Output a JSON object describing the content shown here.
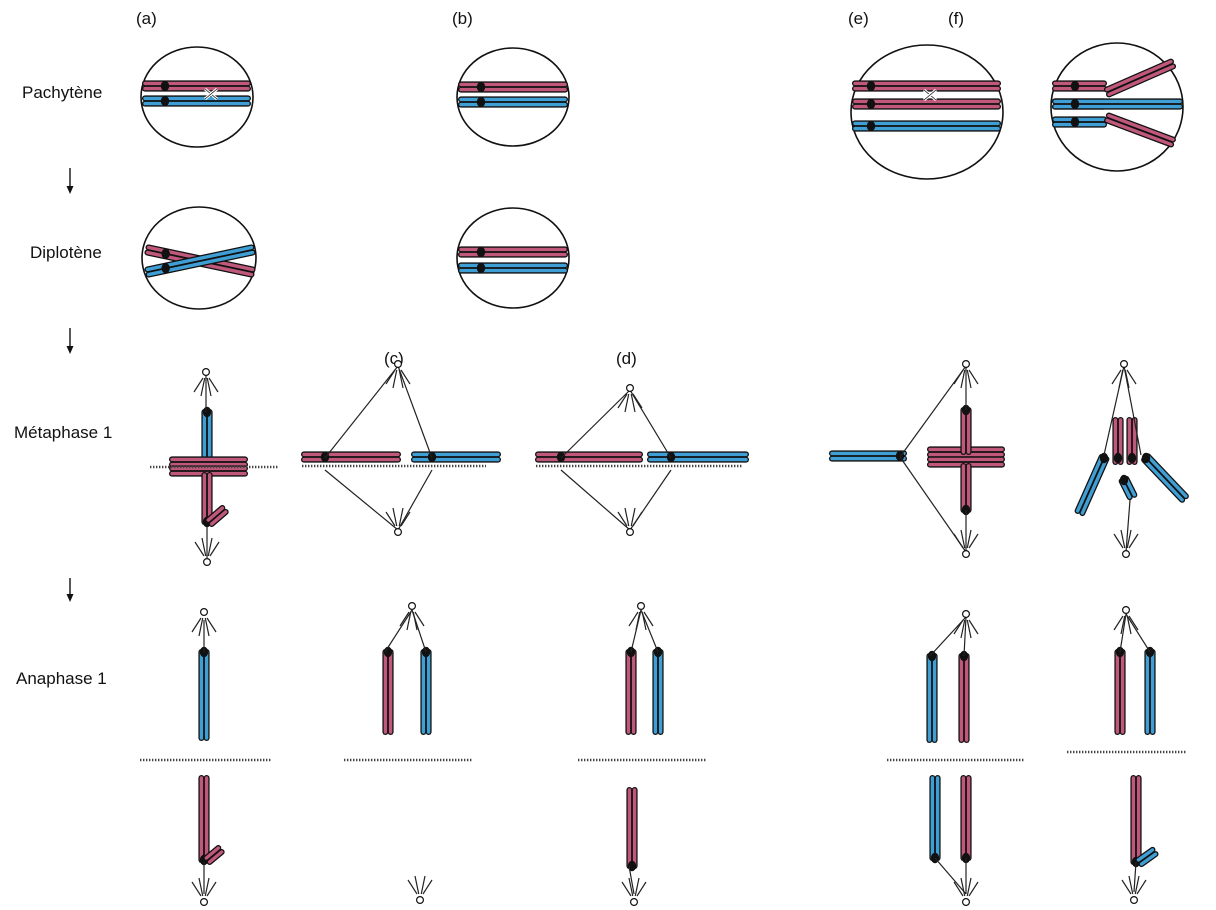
{
  "colors": {
    "pink": "#c0587c",
    "blue": "#3f9fd4",
    "outline": "#111111",
    "background": "#ffffff"
  },
  "columns": {
    "a": "(a)",
    "b": "(b)",
    "c": "(c)",
    "d": "(d)",
    "e": "(e)",
    "f": "(f)"
  },
  "stages": {
    "pachytene": "Pachytène",
    "diplotene": "Diplotène",
    "metaphase": "Métaphase 1",
    "anaphase": "Anaphase 1"
  },
  "icons": [
    "down-arrow-icon",
    "spindle-pole-icon",
    "centromere-icon"
  ]
}
